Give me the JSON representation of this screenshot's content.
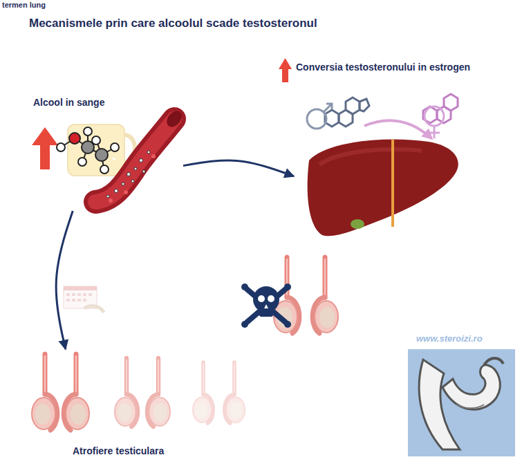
{
  "diagram": {
    "title": "Mecanismele prin care alcoolul scade testosteronul",
    "nodes": [
      {
        "text": [
          "Alcool in sange"
        ]
      },
      {
        "text": [
          "Conversia testosteronului in estrogen"
        ]
      },
      {
        "text": [
          "Atrofiere testiculara"
        ]
      }
    ],
    "edges": [
      {
        "from": 0,
        "to": 1,
        "arrow": "to"
      },
      {
        "from": 0,
        "to": 2,
        "label": "termen lung",
        "arrow": "to"
      }
    ],
    "labels": [
      "www.steroizi.ro"
    ]
  }
}
